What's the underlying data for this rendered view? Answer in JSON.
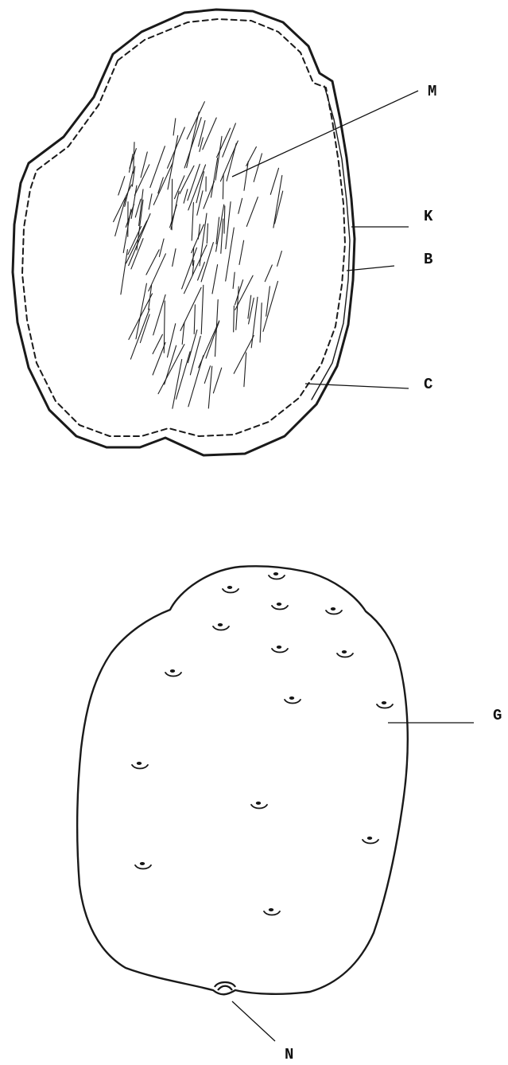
{
  "figure_top": {
    "labels": {
      "m": "M",
      "k": "K",
      "b": "B",
      "c": "C"
    }
  },
  "figure_bottom": {
    "labels": {
      "g": "G",
      "n": "N"
    },
    "eye_count": 15
  }
}
